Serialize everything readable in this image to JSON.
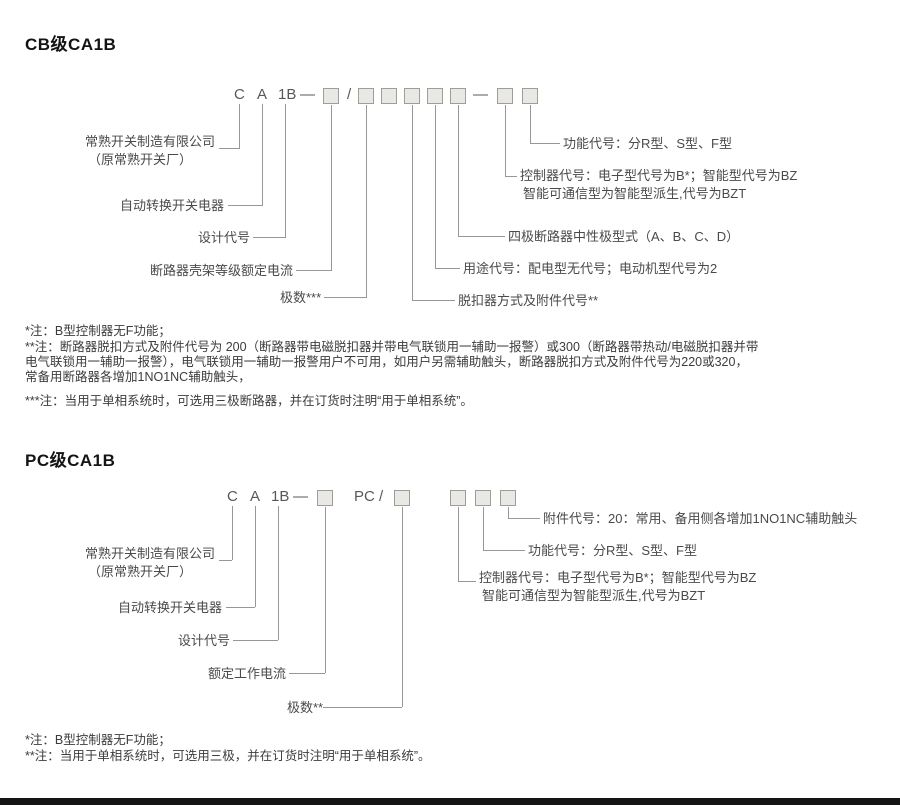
{
  "cb": {
    "title": "CB级CA1B",
    "code": {
      "letter1": "C",
      "letter2": "A",
      "letter3": "1B",
      "dash": "—",
      "slash": "/",
      "dash2": "—"
    },
    "labels": {
      "manufacturer_1": "常熟开关制造有限公司",
      "manufacturer_2": "（原常熟开关厂）",
      "ats": "自动转换开关电器",
      "design_code": "设计代号",
      "frame_current": "断路器壳架等级额定电流",
      "poles": "极数***",
      "release_mode": "脱扣器方式及附件代号**",
      "usage": "用途代号：配电型无代号；电动机型代号为2",
      "neutral_pole": "四极断路器中性极型式（A、B、C、D）",
      "controller_1": "控制器代号：电子型代号为B*；智能型代号为BZ",
      "controller_2": "智能可通信型为智能型派生,代号为BZT",
      "function_code": "功能代号：分R型、S型、F型"
    },
    "notes": [
      "*注：B型控制器无F功能；",
      "**注：断路器脱扣方式及附件代号为 200（断路器带电磁脱扣器并带电气联锁用一辅助一报警）或300（断路器带热动/电磁脱扣器并带",
      "电气联锁用一辅助一报警），电气联锁用一辅助一报警用户不可用，如用户另需辅助触头，断路器脱扣方式及附件代号为220或320，",
      "常备用断路器各增加1NO1NC辅助触头，",
      "***注：当用于单相系统时，可选用三极断路器，并在订货时注明“用于单相系统”。"
    ]
  },
  "pc": {
    "title": "PC级CA1B",
    "code": {
      "letter1": "C",
      "letter2": "A",
      "letter3": "1B",
      "dash": "—",
      "pc": "PC",
      "slash": "/"
    },
    "labels": {
      "manufacturer_1": "常熟开关制造有限公司",
      "manufacturer_2": "（原常熟开关厂）",
      "ats": "自动转换开关电器",
      "design_code": "设计代号",
      "rated_current": "额定工作电流",
      "poles": "极数**",
      "accessory": "附件代号：20：常用、备用侧各增加1NO1NC辅助触头",
      "function_code": "功能代号：分R型、S型、F型",
      "controller_1": "控制器代号：电子型代号为B*；智能型代号为BZ",
      "controller_2": "智能可通信型为智能型派生,代号为BZT"
    },
    "notes": [
      "*注：B型控制器无F功能；",
      "**注：当用于单相系统时，可选用三极，并在订货时注明“用于单相系统”。"
    ]
  },
  "colors": {
    "box_fill": "#e9e8e4",
    "box_border": "#9d9d9a",
    "line": "#979797",
    "text": "#4a4a4a",
    "title": "#141414"
  }
}
